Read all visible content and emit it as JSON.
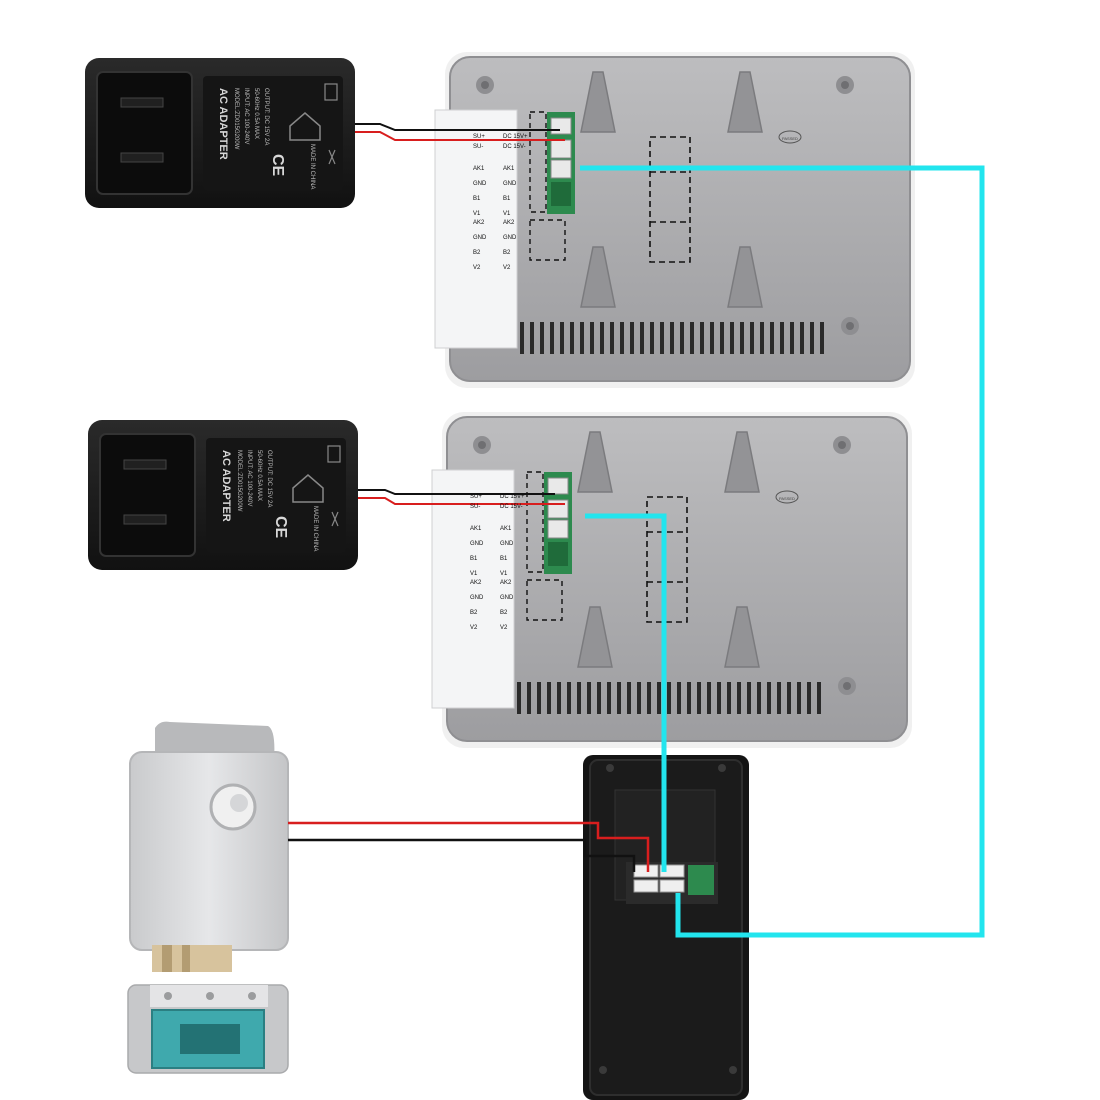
{
  "adapter": {
    "title": "AC ADAPTER",
    "model": "MODEL:ZD015G200W",
    "input": "INPUT: AC 100-240V",
    "freq": "50-60Hz 0.5A MAX",
    "output": "OUTPUT: DC 15V 2A",
    "made": "MADE IN CHINA",
    "ce": "CE"
  },
  "monitor": {
    "terminals_top": [
      {
        "left": "SU+",
        "right": "DC 15V+"
      },
      {
        "left": "SU-",
        "right": "DC 15V-"
      }
    ],
    "terminals_mid": [
      {
        "left": "AK1",
        "right": "AK1"
      },
      {
        "left": "GND",
        "right": "GND"
      },
      {
        "left": "B1",
        "right": "B1"
      },
      {
        "left": "V1",
        "right": "V1"
      }
    ],
    "terminals_bot": [
      {
        "left": "AK2",
        "right": "AK2"
      },
      {
        "left": "GND",
        "right": "GND"
      },
      {
        "left": "B2",
        "right": "B2"
      },
      {
        "left": "V2",
        "right": "V2"
      }
    ],
    "badge": "PASSED"
  },
  "colors": {
    "signal": "#22e5ee",
    "power_pos": "#d81e1e",
    "power_neg": "#111111",
    "adapter_body": "#1c1c1c",
    "monitor_body": "#a9a9ab",
    "camera_body": "#141414",
    "lock_body": "#d9dadc"
  }
}
